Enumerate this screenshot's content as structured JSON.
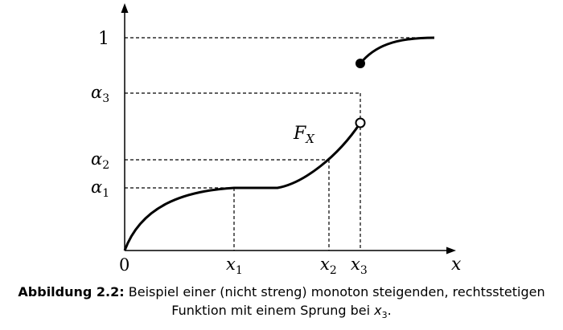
{
  "figure": {
    "axes": {
      "x_label": "x",
      "origin_label": "0"
    },
    "y_ticks": [
      {
        "id": "one",
        "base": "1",
        "sub": ""
      },
      {
        "id": "alpha3",
        "base": "α",
        "sub": "3"
      },
      {
        "id": "alpha2",
        "base": "α",
        "sub": "2"
      },
      {
        "id": "alpha1",
        "base": "α",
        "sub": "1"
      }
    ],
    "x_ticks": [
      {
        "id": "x1",
        "base": "x",
        "sub": "1"
      },
      {
        "id": "x2",
        "base": "x",
        "sub": "2"
      },
      {
        "id": "x3",
        "base": "x",
        "sub": "3"
      }
    ],
    "curve_label": {
      "base": "F",
      "sub": "X"
    },
    "colors": {
      "ink": "#000000",
      "background": "#ffffff"
    }
  },
  "caption": {
    "label": "Abbildung 2.2:",
    "line1": "Beispiel einer (nicht streng) monoton steigenden, rechtsstetigen",
    "line2_prefix": "Funktion mit einem Sprung bei ",
    "jump_var": "x",
    "jump_sub": "3",
    "line2_suffix": "."
  }
}
